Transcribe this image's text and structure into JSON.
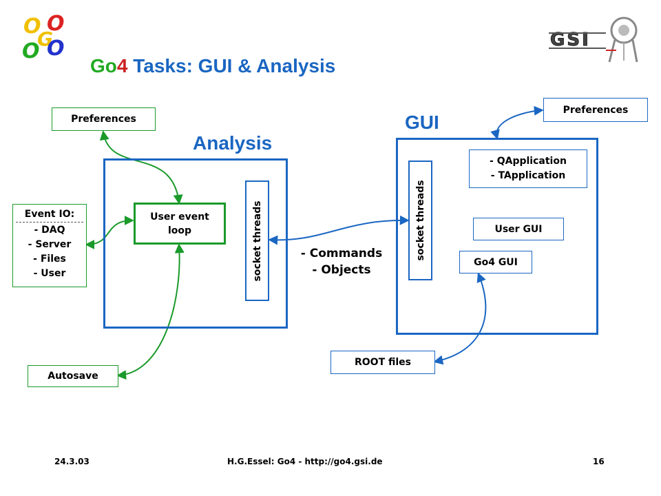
{
  "header": {
    "title_go": "Go",
    "title_4": "4",
    "title_rest": " Tasks: GUI & Analysis"
  },
  "logos": {
    "go4_letters": [
      "O",
      "O",
      "G",
      "O",
      "O"
    ],
    "gsi_text": "GSI"
  },
  "analysis": {
    "label": "Analysis",
    "user_event_loop": "User event loop",
    "socket_threads": "socket threads",
    "preferences": "Preferences",
    "event_io": [
      "Event IO:",
      "- DAQ",
      "- Server",
      "- Files",
      "- User"
    ],
    "autosave": "Autosave"
  },
  "middle": {
    "commands": "- Commands",
    "objects": "- Objects"
  },
  "gui": {
    "label": "GUI",
    "preferences": "Preferences",
    "socket_threads": "socket threads",
    "qapplication": "- QApplication",
    "tapplication": "- TApplication",
    "user_gui": "User GUI",
    "go4_gui": "Go4 GUI",
    "root_files": "ROOT files"
  },
  "footer": {
    "date": "24.3.03",
    "author": "H.G.Essel: Go4 - http://go4.gsi.de",
    "page": "16"
  },
  "colors": {
    "blue": "#1a66c2",
    "green": "#1a9a2a",
    "title_green": "#22aa22",
    "title_red": "#cc2222",
    "title_blue": "#1a66c2"
  }
}
